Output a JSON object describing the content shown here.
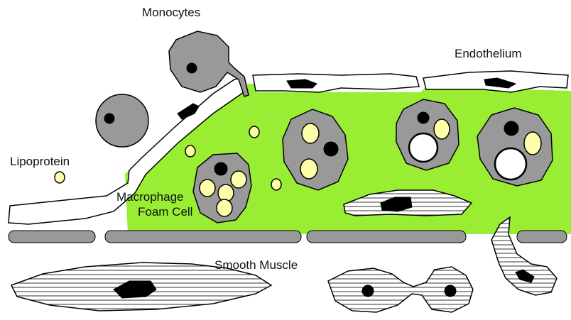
{
  "labels": {
    "monocytes": "Monocytes",
    "endothelium": "Endothelium",
    "lipoprotein": "Lipoprotein",
    "macrophage_line1": "Macrophage",
    "macrophage_line2": "Foam Cell",
    "smooth_muscle": "Smooth Muscle"
  },
  "colors": {
    "intima": "#99EE33",
    "cell_gray": "#999999",
    "lipid": "#FFFFAA",
    "nucleus": "#000000",
    "outline": "#000000",
    "endothelium": "#ffffff"
  }
}
